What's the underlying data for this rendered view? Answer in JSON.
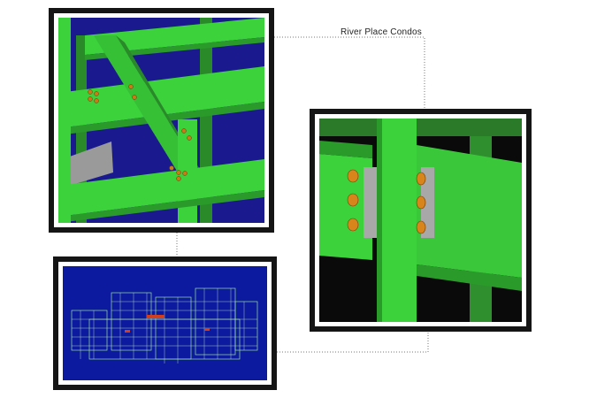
{
  "project": {
    "title": "River Place Condos"
  },
  "colors": {
    "background": "#ffffff",
    "frame": "#151515",
    "steel_green": "#3cd23c",
    "steel_dark_green": "#2a9a2a",
    "sky_blue": "#1a1a8e",
    "bolt_orange": "#c97a18",
    "connector": "#777777"
  },
  "panels": [
    {
      "icon": "steel-beam-detail-view"
    },
    {
      "icon": "bolted-connection-closeup-view"
    },
    {
      "icon": "building-3d-model-overview"
    }
  ]
}
